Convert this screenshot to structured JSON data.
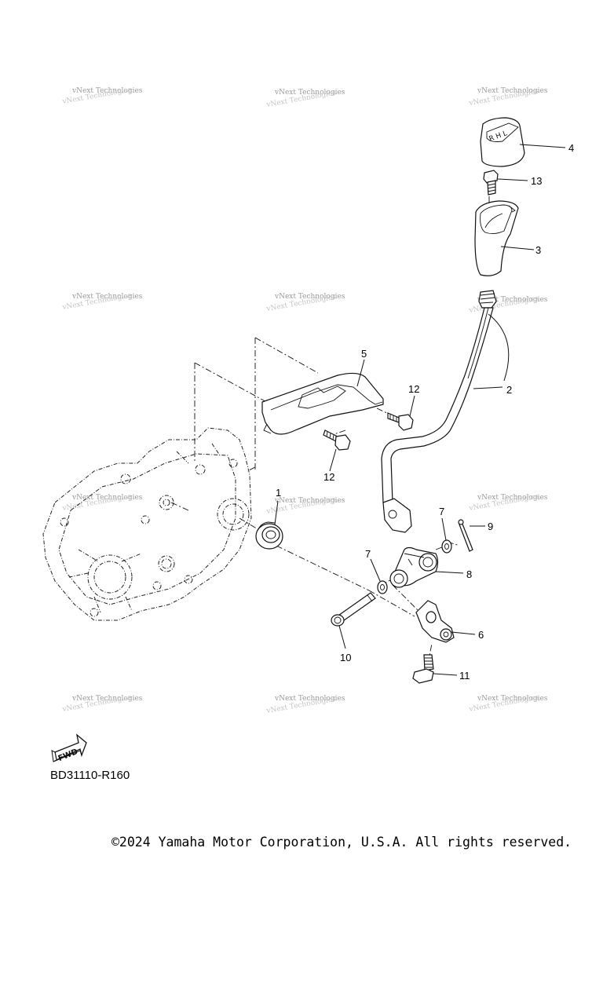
{
  "diagram": {
    "code": "BD31110-R160",
    "copyright": "©2024 Yamaha Motor Corporation, U.S.A. All rights reserved.",
    "fwd_label": "FWD",
    "knob_shift_pattern": "R H L",
    "watermark": "vNext Technologies"
  },
  "callouts": [
    {
      "id": "1",
      "label": "1"
    },
    {
      "id": "2",
      "label": "2"
    },
    {
      "id": "3",
      "label": "3"
    },
    {
      "id": "4",
      "label": "4"
    },
    {
      "id": "5",
      "label": "5"
    },
    {
      "id": "6",
      "label": "6"
    },
    {
      "id": "7a",
      "label": "7"
    },
    {
      "id": "7b",
      "label": "7"
    },
    {
      "id": "8",
      "label": "8"
    },
    {
      "id": "9",
      "label": "9"
    },
    {
      "id": "10",
      "label": "10"
    },
    {
      "id": "11",
      "label": "11"
    },
    {
      "id": "12a",
      "label": "12"
    },
    {
      "id": "12b",
      "label": "12"
    },
    {
      "id": "13",
      "label": "13"
    }
  ]
}
